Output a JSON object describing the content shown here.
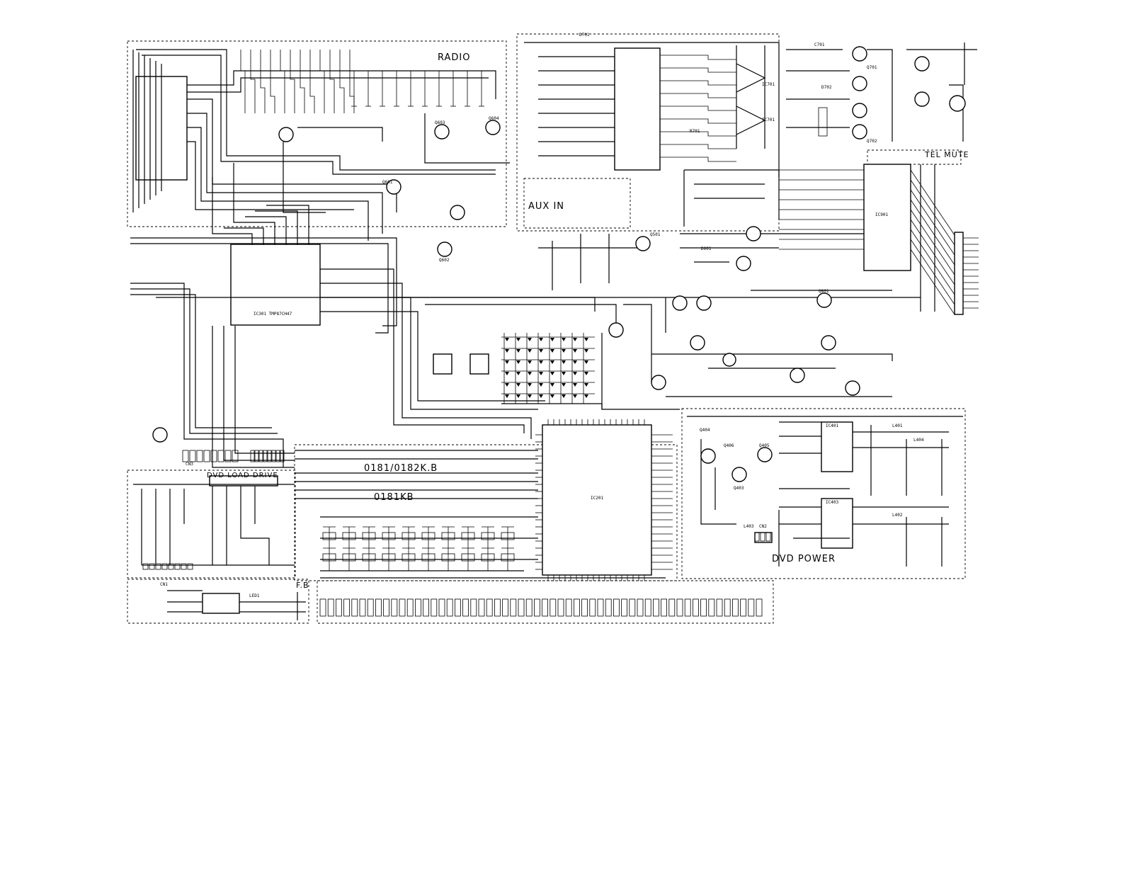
{
  "sections": {
    "radio": "RADIO",
    "aux_in": "AUX IN",
    "tel_mute": "TEL MUTE",
    "dvd_load_drive": "DVD LOAD DRIVE",
    "dvd_power": "DVD POWER",
    "fb": "F.B",
    "board_ids": "0181/0182K.B",
    "board_id_2": "0181KB"
  },
  "ics": {
    "ic301": "IC301 TMP87CH47",
    "ic201": "IC201",
    "ic901": "IC901",
    "ic701_a": "IC701",
    "ic701_b": "IC701",
    "ic401": "IC401",
    "ic403": "IC403"
  },
  "components": {
    "q701": "Q701",
    "q702": "Q702",
    "q603": "Q603",
    "q604": "Q604",
    "q601": "Q601",
    "q602": "Q602",
    "q404": "Q404",
    "q403": "Q403",
    "q405": "Q405",
    "q406": "Q406",
    "q801": "Q801",
    "q501": "Q501",
    "d701": "D701",
    "d702": "D702",
    "d601": "D601",
    "r701": "R701",
    "c701": "C701",
    "l401": "L401",
    "l402": "L402",
    "l403": "L403",
    "l404": "L404",
    "cn1": "CN1",
    "cn2": "CN2",
    "cn3": "CN3",
    "led1": "LED1"
  }
}
